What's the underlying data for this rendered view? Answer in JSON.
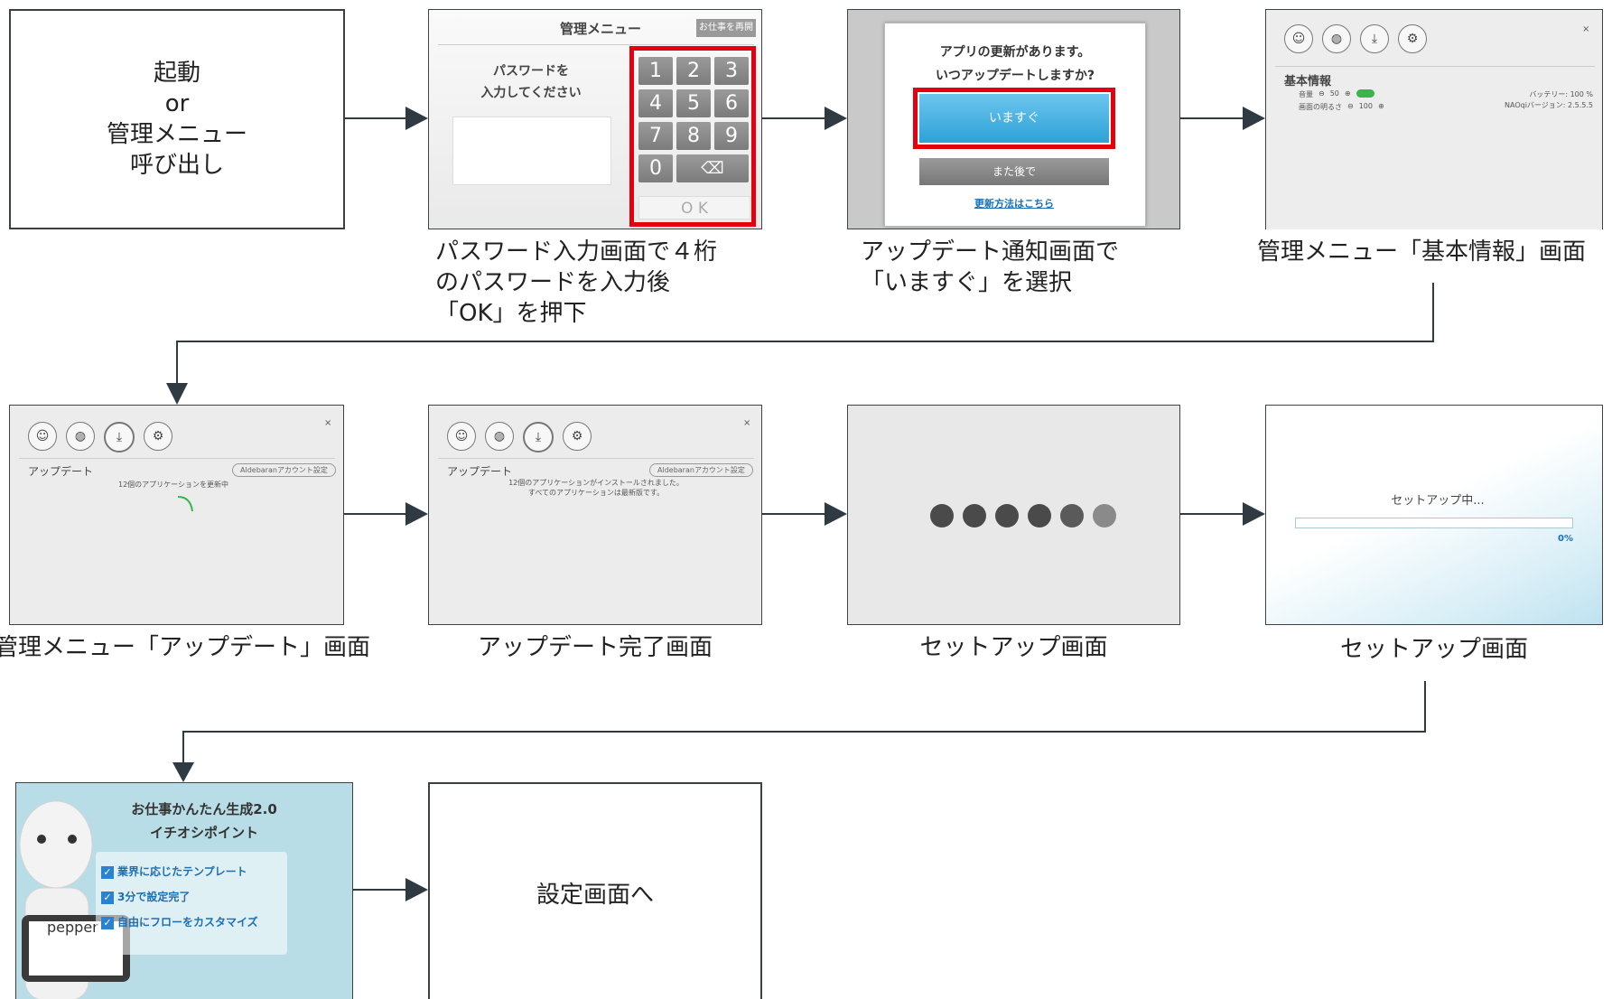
{
  "colors": {
    "connector": "#2f3a43",
    "highlight": "#e3000f",
    "accent_blue": "#36a9e1",
    "promo_bg": "#b8dde6"
  },
  "start_box": {
    "line1": "起動",
    "line2": "or",
    "line3": "管理メニュー",
    "line4": "呼び出し"
  },
  "end_box": {
    "label": "設定画面へ"
  },
  "screens": {
    "password": {
      "title": "管理メニュー",
      "resume_button": "お仕事を再開",
      "prompt_line1": "パスワードを",
      "prompt_line2": "入力してください",
      "keys": [
        "1",
        "2",
        "3",
        "4",
        "5",
        "6",
        "7",
        "8",
        "9",
        "0",
        "⌫"
      ],
      "ok": "O K",
      "caption": "パスワード入力画面で４桁\nのパスワードを入力後\n「OK」を押下"
    },
    "update_notice": {
      "message_line1": "アプリの更新があります。",
      "message_line2": "いつアップデートしますか?",
      "now_button": "いますぐ",
      "later_button": "また後で",
      "howto_link": "更新方法はこちら",
      "caption": "アップデート通知画面で\n「いますぐ」を選択"
    },
    "basic_info": {
      "section": "基本情報",
      "volume_label": "音量",
      "volume_value": "50",
      "brightness_label": "画面の明るさ",
      "brightness_value": "100",
      "battery": "バッテリー: 100 %",
      "naoqi": "NAOqiバージョン: 2.5.5.5",
      "caption": "管理メニュー「基本情報」画面"
    },
    "updating": {
      "section": "アップデート",
      "account_button": "Aldebaranアカウント設定",
      "status": "12個のアプリケーションを更新中",
      "caption": "管理メニュー「アップデート」画面"
    },
    "update_done": {
      "section": "アップデート",
      "account_button": "Aldebaranアカウント設定",
      "status_line1": "12個のアプリケーションがインストールされました。",
      "status_line2": "すべてのアプリケーションは最新版です。",
      "caption": "アップデート完了画面"
    },
    "loading": {
      "caption": "セットアップ画面"
    },
    "setup": {
      "title": "セットアップ中...",
      "progress_label": "0%",
      "progress": 0,
      "caption": "セットアップ画面"
    },
    "promo": {
      "title_line1": "お仕事かんたん生成2.0",
      "title_line2": "イチオシポイント",
      "points": [
        "業界に応じたテンプレート",
        "3分で設定完了",
        "自由にフローをカスタマイズ"
      ],
      "tablet_logo": "pepper"
    }
  }
}
